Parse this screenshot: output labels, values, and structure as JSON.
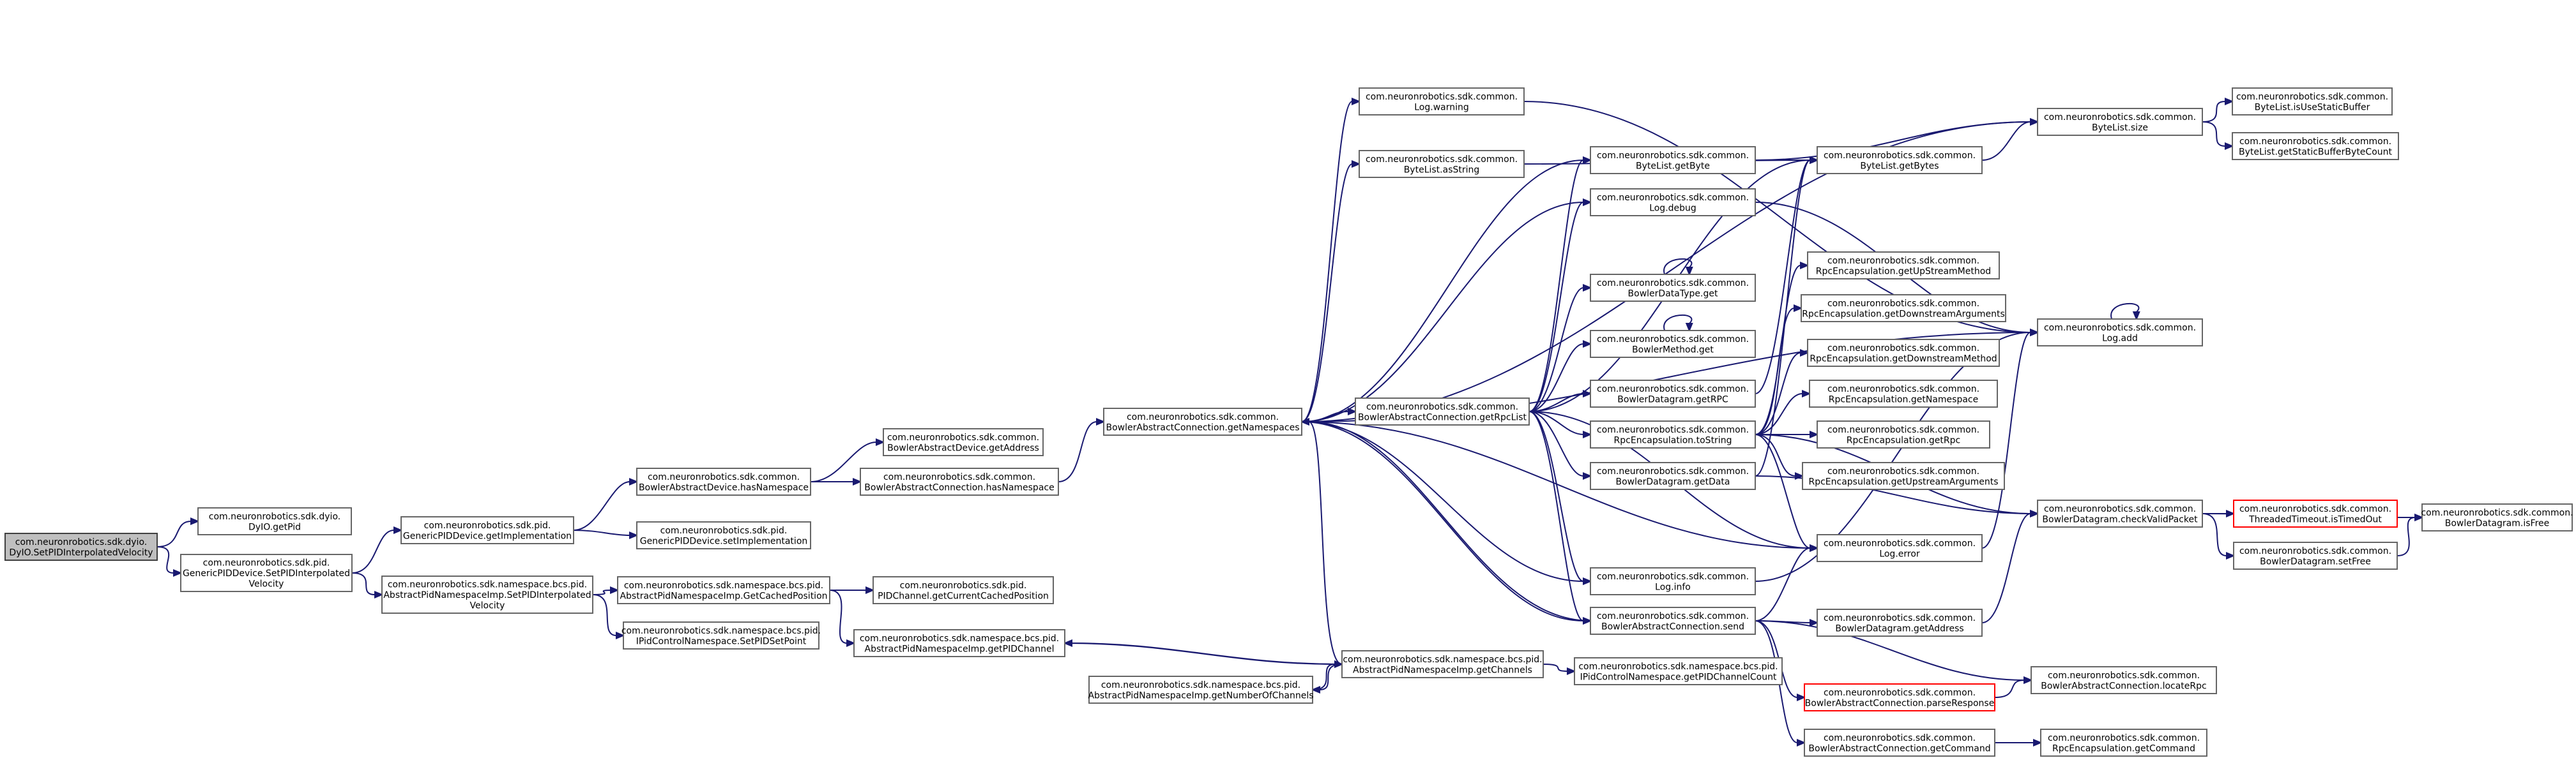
{
  "colors": {
    "edge": "#191970",
    "box_border": "#666666",
    "root_fill": "#bfbfbf",
    "root_border": "#404040",
    "truncated_border": "#ff0000",
    "node_fill": "#ffffff",
    "text": "#000000"
  },
  "nodes": [
    {
      "id": "n0",
      "lines": [
        "com.neuronrobotics.sdk.dyio.",
        "DyIO.SetPIDInterpolatedVelocity"
      ],
      "kind": "root"
    },
    {
      "id": "n1",
      "lines": [
        "com.neuronrobotics.sdk.dyio.",
        "DyIO.getPid"
      ]
    },
    {
      "id": "n2",
      "lines": [
        "com.neuronrobotics.sdk.pid.",
        "GenericPIDDevice.SetPIDInterpolated",
        "Velocity"
      ]
    },
    {
      "id": "n3",
      "lines": [
        "com.neuronrobotics.sdk.pid.",
        "GenericPIDDevice.getImplementation"
      ]
    },
    {
      "id": "n4",
      "lines": [
        "com.neuronrobotics.sdk.namespace.bcs.pid.",
        "AbstractPidNamespaceImp.SetPIDInterpolated",
        "Velocity"
      ]
    },
    {
      "id": "n5",
      "lines": [
        "com.neuronrobotics.sdk.common.",
        "BowlerAbstractDevice.hasNamespace"
      ]
    },
    {
      "id": "n6",
      "lines": [
        "com.neuronrobotics.sdk.pid.",
        "GenericPIDDevice.setImplementation"
      ]
    },
    {
      "id": "n7",
      "lines": [
        "com.neuronrobotics.sdk.namespace.bcs.pid.",
        "AbstractPidNamespaceImp.GetCachedPosition"
      ]
    },
    {
      "id": "n8",
      "lines": [
        "com.neuronrobotics.sdk.namespace.bcs.pid.",
        "IPidControlNamespace.SetPIDSetPoint"
      ]
    },
    {
      "id": "n9",
      "lines": [
        "com.neuronrobotics.sdk.common.",
        "BowlerAbstractDevice.getAddress"
      ]
    },
    {
      "id": "n10",
      "lines": [
        "com.neuronrobotics.sdk.common.",
        "BowlerAbstractConnection.hasNamespace"
      ]
    },
    {
      "id": "n11",
      "lines": [
        "com.neuronrobotics.sdk.pid.",
        "PIDChannel.getCurrentCachedPosition"
      ]
    },
    {
      "id": "n12",
      "lines": [
        "com.neuronrobotics.sdk.namespace.bcs.pid.",
        "AbstractPidNamespaceImp.getPIDChannel"
      ]
    },
    {
      "id": "n13",
      "lines": [
        "com.neuronrobotics.sdk.namespace.bcs.pid.",
        "AbstractPidNamespaceImp.getNumberOfChannels"
      ]
    },
    {
      "id": "n14",
      "lines": [
        "com.neuronrobotics.sdk.common.",
        "BowlerAbstractConnection.getNamespaces"
      ]
    },
    {
      "id": "n15",
      "lines": [
        "com.neuronrobotics.sdk.namespace.bcs.pid.",
        "AbstractPidNamespaceImp.getChannels"
      ]
    },
    {
      "id": "n16",
      "lines": [
        "com.neuronrobotics.sdk.common.",
        "Log.warning"
      ]
    },
    {
      "id": "n17",
      "lines": [
        "com.neuronrobotics.sdk.common.",
        "ByteList.asString"
      ]
    },
    {
      "id": "n18",
      "lines": [
        "com.neuronrobotics.sdk.common.",
        "BowlerAbstractConnection.getRpcList"
      ]
    },
    {
      "id": "n19",
      "lines": [
        "com.neuronrobotics.sdk.namespace.bcs.pid.",
        "IPidControlNamespace.getPIDChannelCount"
      ]
    },
    {
      "id": "n20",
      "lines": [
        "com.neuronrobotics.sdk.common.",
        "ByteList.getByte"
      ]
    },
    {
      "id": "n21",
      "lines": [
        "com.neuronrobotics.sdk.common.",
        "Log.debug"
      ]
    },
    {
      "id": "n22",
      "lines": [
        "com.neuronrobotics.sdk.common.",
        "BowlerDataType.get"
      ]
    },
    {
      "id": "n23",
      "lines": [
        "com.neuronrobotics.sdk.common.",
        "BowlerMethod.get"
      ]
    },
    {
      "id": "n24",
      "lines": [
        "com.neuronrobotics.sdk.common.",
        "BowlerDatagram.getRPC"
      ]
    },
    {
      "id": "n25",
      "lines": [
        "com.neuronrobotics.sdk.common.",
        "RpcEncapsulation.toString"
      ]
    },
    {
      "id": "n26",
      "lines": [
        "com.neuronrobotics.sdk.common.",
        "BowlerDatagram.getData"
      ]
    },
    {
      "id": "n27",
      "lines": [
        "com.neuronrobotics.sdk.common.",
        "Log.info"
      ]
    },
    {
      "id": "n28",
      "lines": [
        "com.neuronrobotics.sdk.common.",
        "BowlerAbstractConnection.send"
      ]
    },
    {
      "id": "n29",
      "lines": [
        "com.neuronrobotics.sdk.common.",
        "ByteList.getBytes"
      ]
    },
    {
      "id": "n30",
      "lines": [
        "com.neuronrobotics.sdk.common.",
        "RpcEncapsulation.getUpStreamMethod"
      ]
    },
    {
      "id": "n31",
      "lines": [
        "com.neuronrobotics.sdk.common.",
        "RpcEncapsulation.getDownstreamArguments"
      ]
    },
    {
      "id": "n32",
      "lines": [
        "com.neuronrobotics.sdk.common.",
        "RpcEncapsulation.getDownstreamMethod"
      ]
    },
    {
      "id": "n33",
      "lines": [
        "com.neuronrobotics.sdk.common.",
        "RpcEncapsulation.getNamespace"
      ]
    },
    {
      "id": "n34",
      "lines": [
        "com.neuronrobotics.sdk.common.",
        "RpcEncapsulation.getRpc"
      ]
    },
    {
      "id": "n35",
      "lines": [
        "com.neuronrobotics.sdk.common.",
        "RpcEncapsulation.getUpstreamArguments"
      ]
    },
    {
      "id": "n36",
      "lines": [
        "com.neuronrobotics.sdk.common.",
        "Log.error"
      ]
    },
    {
      "id": "n37",
      "lines": [
        "com.neuronrobotics.sdk.common.",
        "BowlerDatagram.getAddress"
      ]
    },
    {
      "id": "n38",
      "lines": [
        "com.neuronrobotics.sdk.common.",
        "BowlerAbstractConnection.parseResponse"
      ],
      "kind": "truncated"
    },
    {
      "id": "n39",
      "lines": [
        "com.neuronrobotics.sdk.common.",
        "BowlerAbstractConnection.getCommand"
      ]
    },
    {
      "id": "n40",
      "lines": [
        "com.neuronrobotics.sdk.common.",
        "ByteList.size"
      ]
    },
    {
      "id": "n41",
      "lines": [
        "com.neuronrobotics.sdk.common.",
        "Log.add"
      ]
    },
    {
      "id": "n42",
      "lines": [
        "com.neuronrobotics.sdk.common.",
        "BowlerDatagram.checkValidPacket"
      ]
    },
    {
      "id": "n43",
      "lines": [
        "com.neuronrobotics.sdk.common.",
        "BowlerAbstractConnection.locateRpc"
      ]
    },
    {
      "id": "n44",
      "lines": [
        "com.neuronrobotics.sdk.common.",
        "RpcEncapsulation.getCommand"
      ]
    },
    {
      "id": "n45",
      "lines": [
        "com.neuronrobotics.sdk.common.",
        "ByteList.isUseStaticBuffer"
      ]
    },
    {
      "id": "n46",
      "lines": [
        "com.neuronrobotics.sdk.common.",
        "ByteList.getStaticBufferByteCount"
      ]
    },
    {
      "id": "n47",
      "lines": [
        "com.neuronrobotics.sdk.common.",
        "ThreadedTimeout.isTimedOut"
      ],
      "kind": "truncated"
    },
    {
      "id": "n48",
      "lines": [
        "com.neuronrobotics.sdk.common.",
        "BowlerDatagram.setFree"
      ]
    },
    {
      "id": "n49",
      "lines": [
        "com.neuronrobotics.sdk.common.",
        "BowlerDatagram.isFree"
      ]
    }
  ],
  "edges": [
    [
      "n0",
      "n1"
    ],
    [
      "n0",
      "n2"
    ],
    [
      "n2",
      "n3"
    ],
    [
      "n2",
      "n4"
    ],
    [
      "n3",
      "n5"
    ],
    [
      "n3",
      "n6"
    ],
    [
      "n4",
      "n7"
    ],
    [
      "n4",
      "n8"
    ],
    [
      "n5",
      "n9"
    ],
    [
      "n5",
      "n10"
    ],
    [
      "n7",
      "n11"
    ],
    [
      "n7",
      "n12"
    ],
    [
      "n10",
      "n14"
    ],
    [
      "n12",
      "n15"
    ],
    [
      "n13",
      "n15"
    ],
    [
      "n15",
      "n12"
    ],
    [
      "n15",
      "n13"
    ],
    [
      "n15",
      "n14"
    ],
    [
      "n15",
      "n19"
    ],
    [
      "n14",
      "n16"
    ],
    [
      "n14",
      "n17"
    ],
    [
      "n14",
      "n18"
    ],
    [
      "n14",
      "n20"
    ],
    [
      "n14",
      "n21"
    ],
    [
      "n14",
      "n27"
    ],
    [
      "n14",
      "n28"
    ],
    [
      "n14",
      "n36"
    ],
    [
      "n14",
      "n40"
    ],
    [
      "n14",
      "n41"
    ],
    [
      "n16",
      "n41"
    ],
    [
      "n17",
      "n29"
    ],
    [
      "n18",
      "n20"
    ],
    [
      "n18",
      "n21"
    ],
    [
      "n18",
      "n22"
    ],
    [
      "n18",
      "n23"
    ],
    [
      "n18",
      "n24"
    ],
    [
      "n18",
      "n25"
    ],
    [
      "n18",
      "n26"
    ],
    [
      "n18",
      "n27"
    ],
    [
      "n18",
      "n28"
    ],
    [
      "n18",
      "n29"
    ],
    [
      "n18",
      "n36"
    ],
    [
      "n20",
      "n29"
    ],
    [
      "n20",
      "n40"
    ],
    [
      "n21",
      "n41"
    ],
    [
      "n22",
      "n22"
    ],
    [
      "n23",
      "n23"
    ],
    [
      "n24",
      "n29"
    ],
    [
      "n25",
      "n30"
    ],
    [
      "n25",
      "n31"
    ],
    [
      "n25",
      "n32"
    ],
    [
      "n25",
      "n33"
    ],
    [
      "n25",
      "n34"
    ],
    [
      "n25",
      "n35"
    ],
    [
      "n25",
      "n36"
    ],
    [
      "n25",
      "n42"
    ],
    [
      "n26",
      "n29"
    ],
    [
      "n26",
      "n42"
    ],
    [
      "n27",
      "n41"
    ],
    [
      "n28",
      "n14"
    ],
    [
      "n28",
      "n36"
    ],
    [
      "n28",
      "n37"
    ],
    [
      "n28",
      "n38"
    ],
    [
      "n28",
      "n39"
    ],
    [
      "n28",
      "n43"
    ],
    [
      "n29",
      "n40"
    ],
    [
      "n36",
      "n41"
    ],
    [
      "n37",
      "n42"
    ],
    [
      "n38",
      "n43"
    ],
    [
      "n39",
      "n44"
    ],
    [
      "n40",
      "n45"
    ],
    [
      "n40",
      "n46"
    ],
    [
      "n41",
      "n41"
    ],
    [
      "n42",
      "n47"
    ],
    [
      "n42",
      "n48"
    ],
    [
      "n42",
      "n49"
    ],
    [
      "n48",
      "n49"
    ]
  ]
}
